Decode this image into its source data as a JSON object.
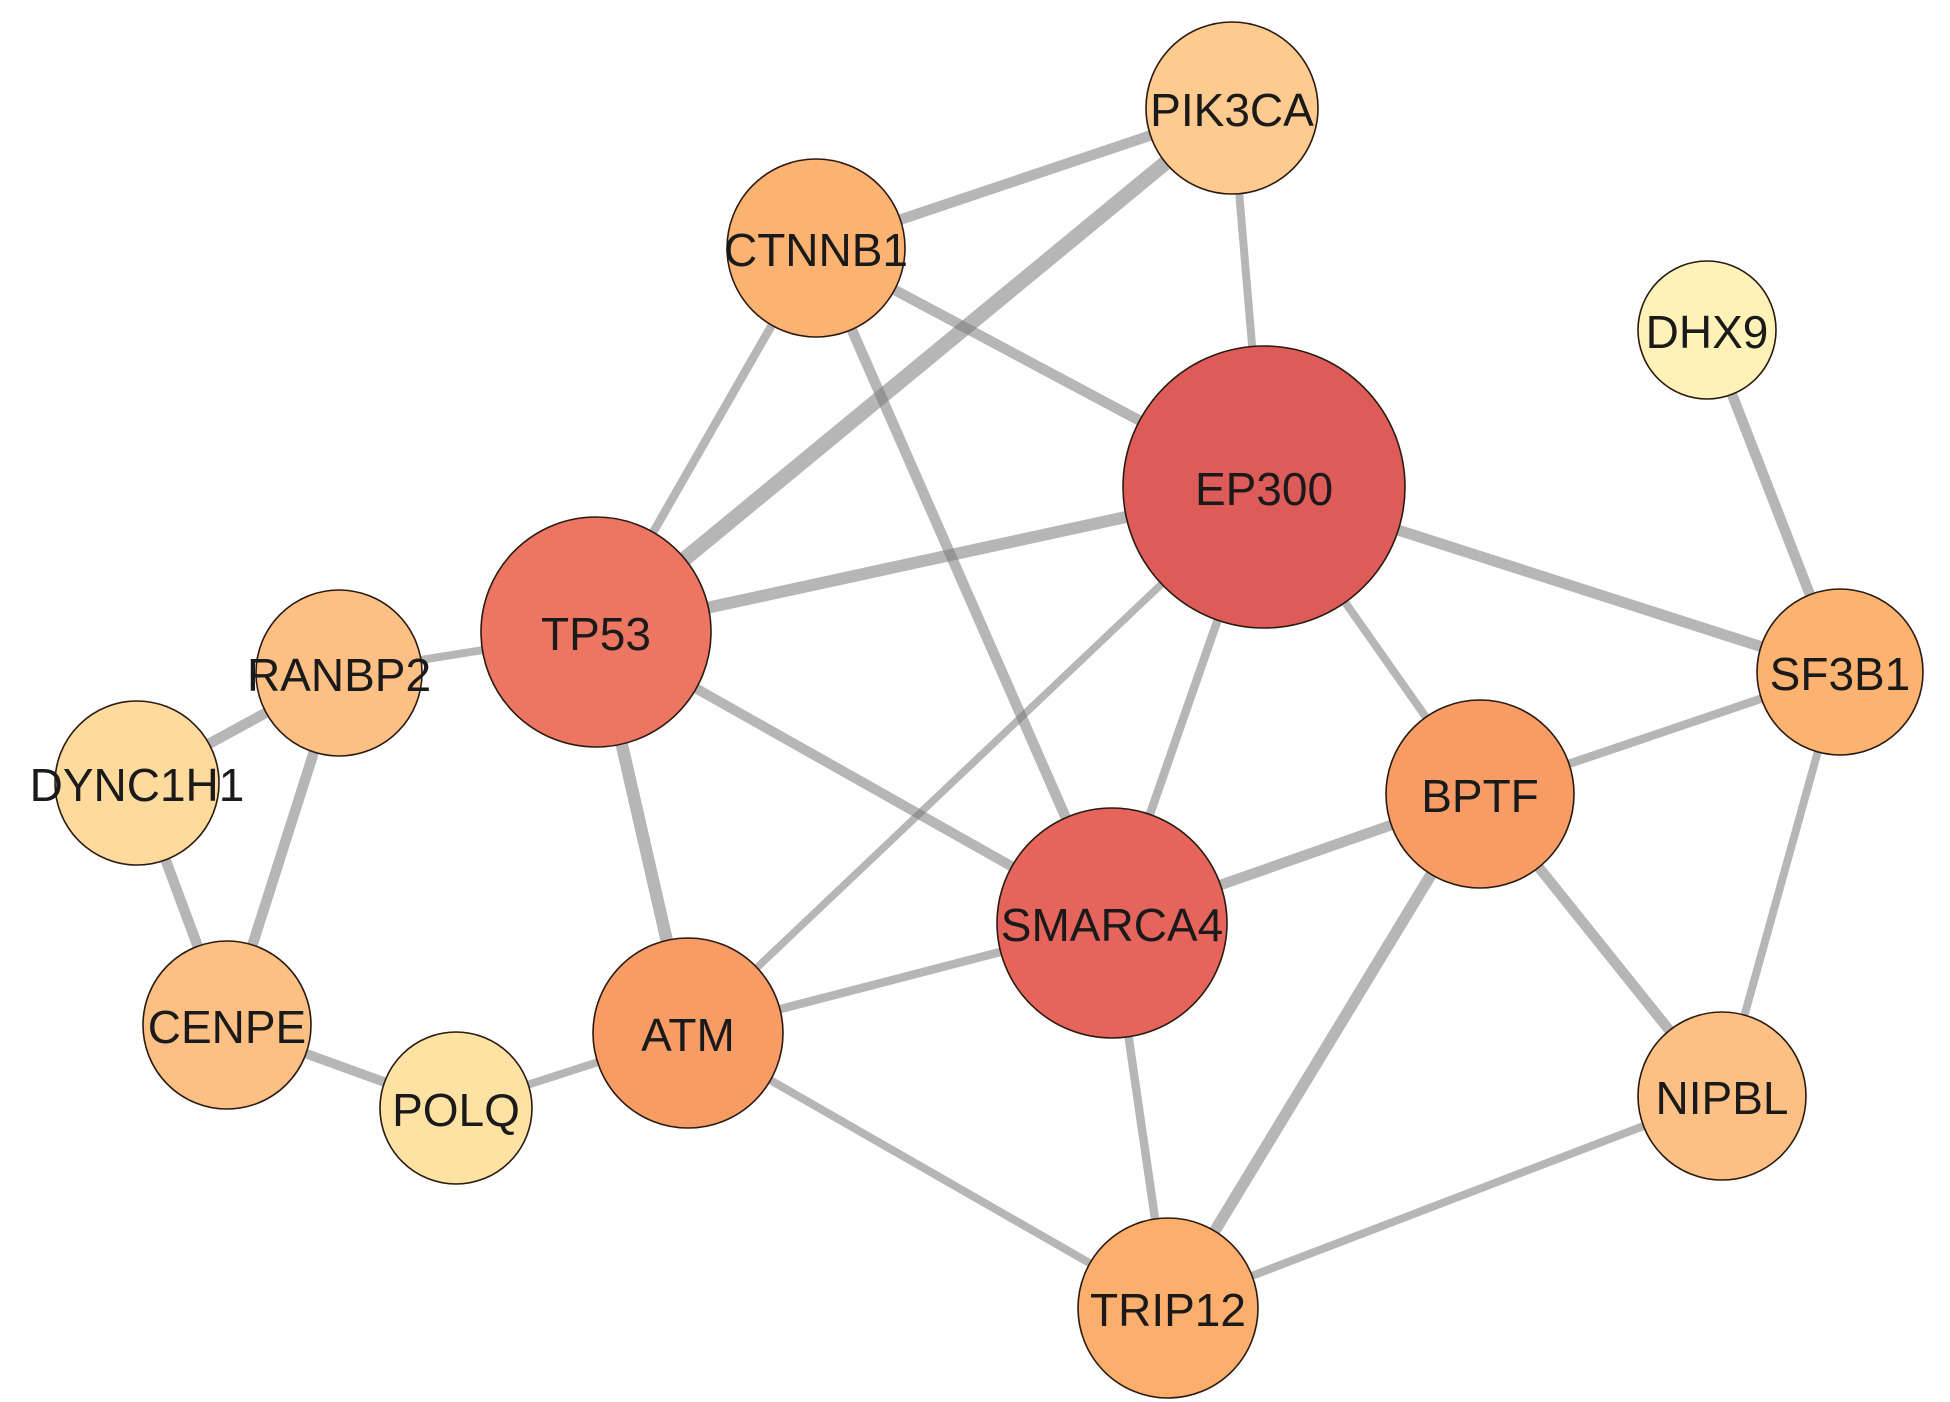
{
  "nodes": [
    {
      "id": "PIK3CA",
      "label": "PIK3CA",
      "color": "#fdca8f"
    },
    {
      "id": "CTNNB1",
      "label": "CTNNB1",
      "color": "#fcb271"
    },
    {
      "id": "DHX9",
      "label": "DHX9",
      "color": "#fff2b8"
    },
    {
      "id": "EP300",
      "label": "EP300",
      "color": "#dd5c5a"
    },
    {
      "id": "TP53",
      "label": "TP53",
      "color": "#ec7662"
    },
    {
      "id": "RANBP2",
      "label": "RANBP2",
      "color": "#fdc084"
    },
    {
      "id": "DYNC1H1",
      "label": "DYNC1H1",
      "color": "#feda9d"
    },
    {
      "id": "SF3B1",
      "label": "SF3B1",
      "color": "#fcb271"
    },
    {
      "id": "BPTF",
      "label": "BPTF",
      "color": "#f89c66"
    },
    {
      "id": "SMARCA4",
      "label": "SMARCA4",
      "color": "#e5645c"
    },
    {
      "id": "CENPE",
      "label": "CENPE",
      "color": "#fdc084"
    },
    {
      "id": "ATM",
      "label": "ATM",
      "color": "#f89c66"
    },
    {
      "id": "POLQ",
      "label": "POLQ",
      "color": "#fee2a4"
    },
    {
      "id": "NIPBL",
      "label": "NIPBL",
      "color": "#fdc084"
    },
    {
      "id": "TRIP12",
      "label": "TRIP12",
      "color": "#fcae6d"
    }
  ],
  "edges": [
    {
      "source": "PIK3CA",
      "target": "CTNNB1",
      "weight": 0.55
    },
    {
      "source": "PIK3CA",
      "target": "TP53",
      "weight": 1.0
    },
    {
      "source": "PIK3CA",
      "target": "EP300",
      "weight": 0.3
    },
    {
      "source": "CTNNB1",
      "target": "EP300",
      "weight": 0.55
    },
    {
      "source": "CTNNB1",
      "target": "TP53",
      "weight": 0.35
    },
    {
      "source": "CTNNB1",
      "target": "SMARCA4",
      "weight": 0.55
    },
    {
      "source": "DHX9",
      "target": "SF3B1",
      "weight": 0.55
    },
    {
      "source": "EP300",
      "target": "TP53",
      "weight": 0.7
    },
    {
      "source": "EP300",
      "target": "SF3B1",
      "weight": 0.6
    },
    {
      "source": "EP300",
      "target": "BPTF",
      "weight": 0.3
    },
    {
      "source": "EP300",
      "target": "SMARCA4",
      "weight": 0.35
    },
    {
      "source": "EP300",
      "target": "ATM",
      "weight": 0.25
    },
    {
      "source": "TP53",
      "target": "RANBP2",
      "weight": 0.3
    },
    {
      "source": "TP53",
      "target": "SMARCA4",
      "weight": 0.5
    },
    {
      "source": "TP53",
      "target": "ATM",
      "weight": 0.75
    },
    {
      "source": "RANBP2",
      "target": "DYNC1H1",
      "weight": 0.55
    },
    {
      "source": "RANBP2",
      "target": "CENPE",
      "weight": 0.55
    },
    {
      "source": "DYNC1H1",
      "target": "CENPE",
      "weight": 0.55
    },
    {
      "source": "CENPE",
      "target": "POLQ",
      "weight": 0.45
    },
    {
      "source": "POLQ",
      "target": "ATM",
      "weight": 0.3
    },
    {
      "source": "ATM",
      "target": "SMARCA4",
      "weight": 0.35
    },
    {
      "source": "ATM",
      "target": "TRIP12",
      "weight": 0.3
    },
    {
      "source": "SMARCA4",
      "target": "BPTF",
      "weight": 0.55
    },
    {
      "source": "SMARCA4",
      "target": "TRIP12",
      "weight": 0.35
    },
    {
      "source": "BPTF",
      "target": "SF3B1",
      "weight": 0.35
    },
    {
      "source": "BPTF",
      "target": "NIPBL",
      "weight": 0.55
    },
    {
      "source": "BPTF",
      "target": "TRIP12",
      "weight": 0.65
    },
    {
      "source": "SF3B1",
      "target": "NIPBL",
      "weight": 0.3
    },
    {
      "source": "NIPBL",
      "target": "TRIP12",
      "weight": 0.3
    }
  ]
}
